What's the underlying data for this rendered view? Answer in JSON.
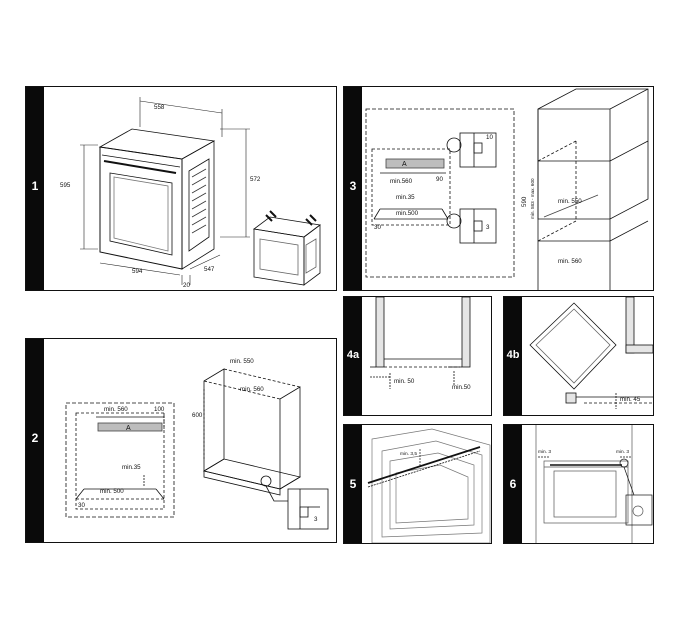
{
  "panels": [
    {
      "id": "1",
      "number": "1"
    },
    {
      "id": "2",
      "number": "2"
    },
    {
      "id": "3",
      "number": "3"
    },
    {
      "id": "4a",
      "number": "4a"
    },
    {
      "id": "4b",
      "number": "4b"
    },
    {
      "id": "5",
      "number": "5"
    },
    {
      "id": "6",
      "number": "6"
    }
  ],
  "panel1": {
    "width": "558",
    "height": "595",
    "depth": "572",
    "front_width": "594",
    "side_depth": "547",
    "front_offset": "20"
  },
  "panel2": {
    "min_width": "min. 560",
    "top_gap": "100",
    "label_a": "A",
    "min_35": "min.35",
    "min_500": "min. 500",
    "gap_30": "30",
    "cab_width": "min. 560",
    "cab_depth": "min. 550",
    "cab_height": "600",
    "gap_3": "3"
  },
  "panel3": {
    "min_560": "min.560",
    "gap_90": "90",
    "label_a": "A",
    "min_35": "min.35",
    "min_500": "min.500",
    "gap_30": "30",
    "gap_10": "10",
    "gap_3": "3",
    "cab_depth": "min. 550",
    "cab_height": "590",
    "cab_height_range": "min. 583 - max. 600",
    "cab_base": "min. 560"
  },
  "panel4a": {
    "min_50a": "min. 50",
    "min_50b": "min.50"
  },
  "panel4b": {
    "min_45": "min. 45"
  },
  "panel5": {
    "min_label": "min. 3,5"
  },
  "panel6": {
    "min_left": "min. 3",
    "min_right": "min. 3"
  }
}
